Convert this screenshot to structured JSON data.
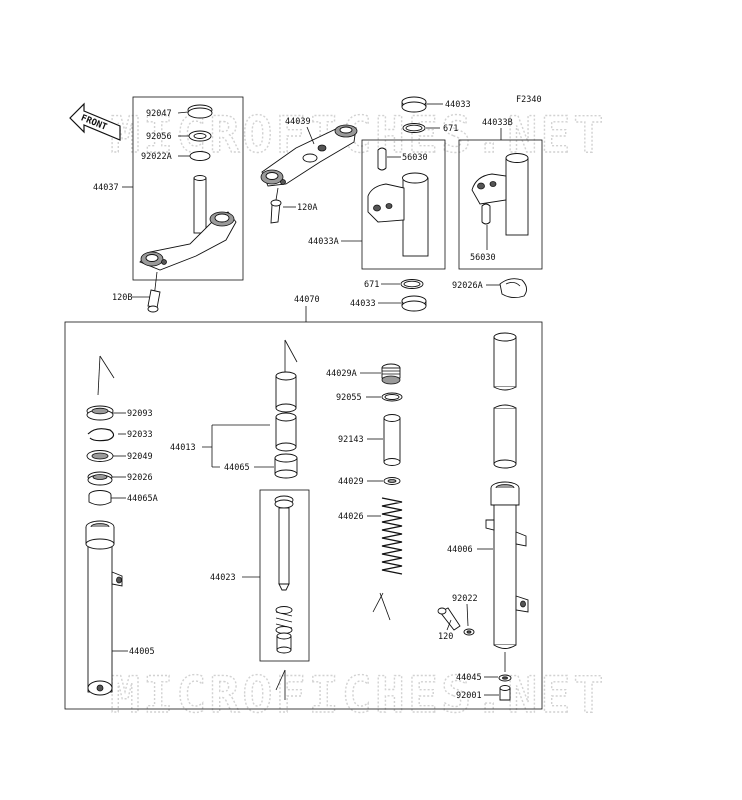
{
  "diagram_code": "F2340",
  "front_label": "FRONT",
  "watermark": "MICROFICHES.NET",
  "parts": {
    "p92047": "92047",
    "p92056": "92056",
    "p92022A": "92022A",
    "p44037": "44037",
    "p120B": "120B",
    "p44039": "44039",
    "p120A": "120A",
    "p44033_top": "44033",
    "p671_top": "671",
    "p44033B": "44033B",
    "p56030_left": "56030",
    "p56030_right": "56030",
    "p44033A": "44033A",
    "p671_bottom": "671",
    "p44033_bottom": "44033",
    "p92026A": "92026A",
    "p44070": "44070",
    "p92093": "92093",
    "p92033": "92033",
    "p92049": "92049",
    "p92026": "92026",
    "p44065A": "44065A",
    "p44005": "44005",
    "p44013": "44013",
    "p44065": "44065",
    "p44023": "44023",
    "p44029A": "44029A",
    "p92055": "92055",
    "p92143": "92143",
    "p44029": "44029",
    "p44026": "44026",
    "p44006": "44006",
    "p92022": "92022",
    "p120": "120",
    "p44045": "44045",
    "p92001": "92001"
  }
}
